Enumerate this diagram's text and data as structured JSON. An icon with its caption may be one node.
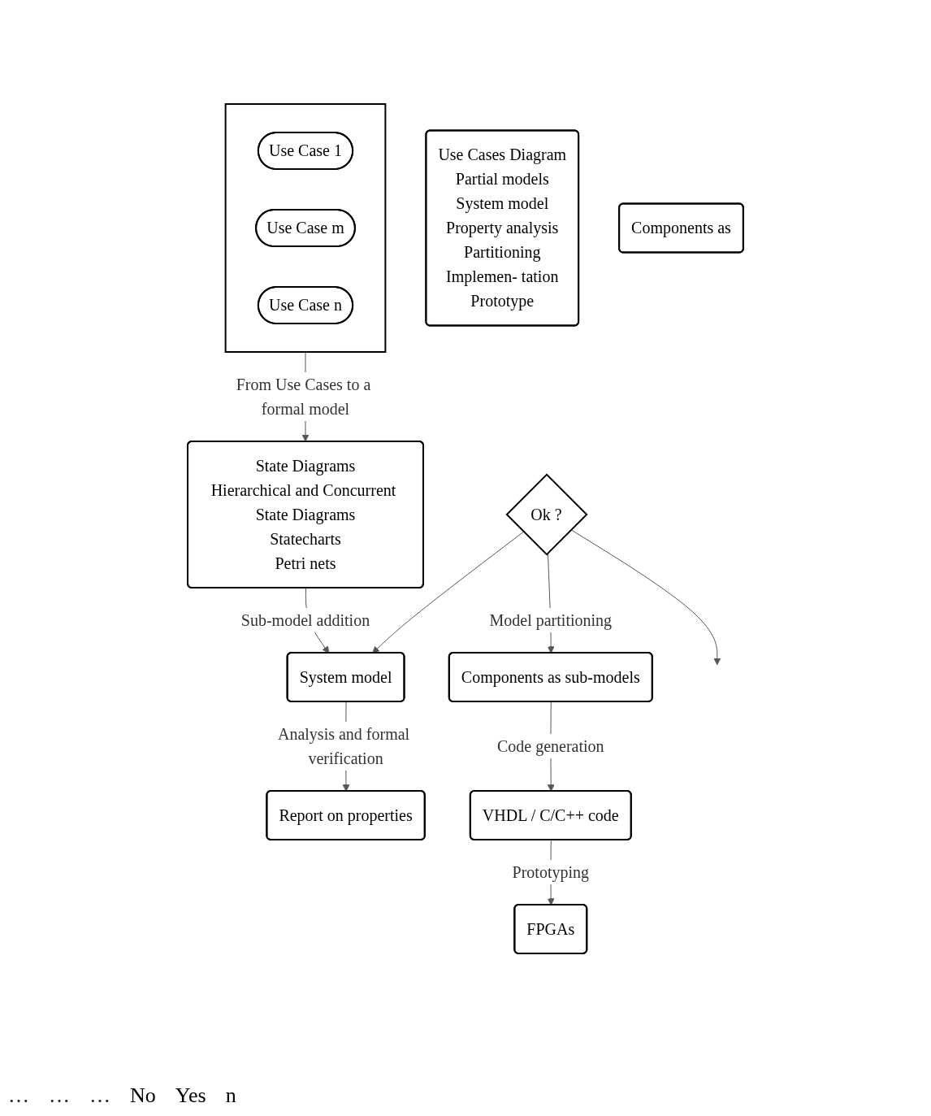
{
  "diagram": {
    "nodes": [
      {
        "text": [
          "Use Cases Diagram",
          "Partial models",
          "System model",
          "Property analysis",
          "Partitioning",
          "Implemen- tation",
          "Prototype"
        ]
      },
      {
        "text": [],
        "shape": "box"
      },
      {
        "text": [
          "Use Case 1"
        ],
        "in": 1
      },
      {
        "text": [
          "Use Case m"
        ],
        "in": 1
      },
      {
        "text": [
          "Use Case n"
        ],
        "in": 1
      },
      {
        "text": [
          "State Diagrams",
          "Hierarchical and Concurrent State Diagrams",
          "Statecharts",
          "Petri nets"
        ]
      },
      {
        "text": [
          "System model"
        ]
      },
      {
        "text": [
          "Report on properties"
        ]
      },
      {
        "text": [
          "Ok ?"
        ]
      },
      {
        "text": [
          "Components as"
        ]
      },
      {
        "text": [
          "Components as sub-models"
        ]
      },
      {
        "text": [
          "VHDL / C/C++ code"
        ]
      },
      {
        "text": [
          "FPGAs"
        ]
      }
    ],
    "edges": [
      {
        "from": 1,
        "to": 5,
        "arrow": "to",
        "label": "From Use Cases to a formal model"
      },
      {
        "from": 5,
        "to": 6,
        "arrow": "to",
        "label": "Sub-model addition"
      },
      {
        "from": 6,
        "to": 7,
        "arrow": "to",
        "label": "Analysis and formal verification"
      },
      {
        "from": 8,
        "to": 6,
        "arrow": "to"
      },
      {
        "from": 8,
        "to": null,
        "arrow": "to"
      },
      {
        "from": 8,
        "to": 10,
        "arrow": "to",
        "label": "Model partitioning"
      },
      {
        "from": 10,
        "to": 11,
        "arrow": "to",
        "label": "Code generation"
      },
      {
        "from": 11,
        "to": 12,
        "arrow": "to",
        "label": "Prototyping"
      }
    ],
    "labels": [
      "…",
      "…",
      "…",
      "No",
      "Yes",
      "n"
    ]
  }
}
